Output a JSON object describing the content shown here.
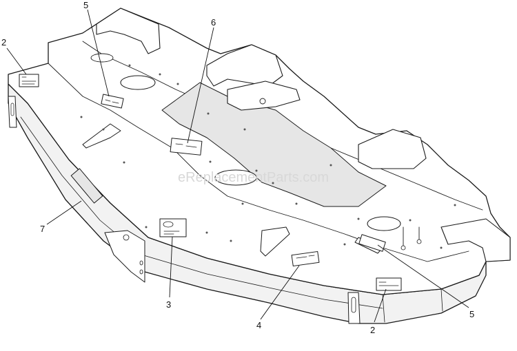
{
  "watermark": "eReplacementParts.com",
  "callouts": [
    {
      "label": "2"
    },
    {
      "label": "5"
    },
    {
      "label": "6"
    },
    {
      "label": "7"
    },
    {
      "label": "3"
    },
    {
      "label": "4"
    },
    {
      "label": "5"
    },
    {
      "label": "2"
    }
  ]
}
